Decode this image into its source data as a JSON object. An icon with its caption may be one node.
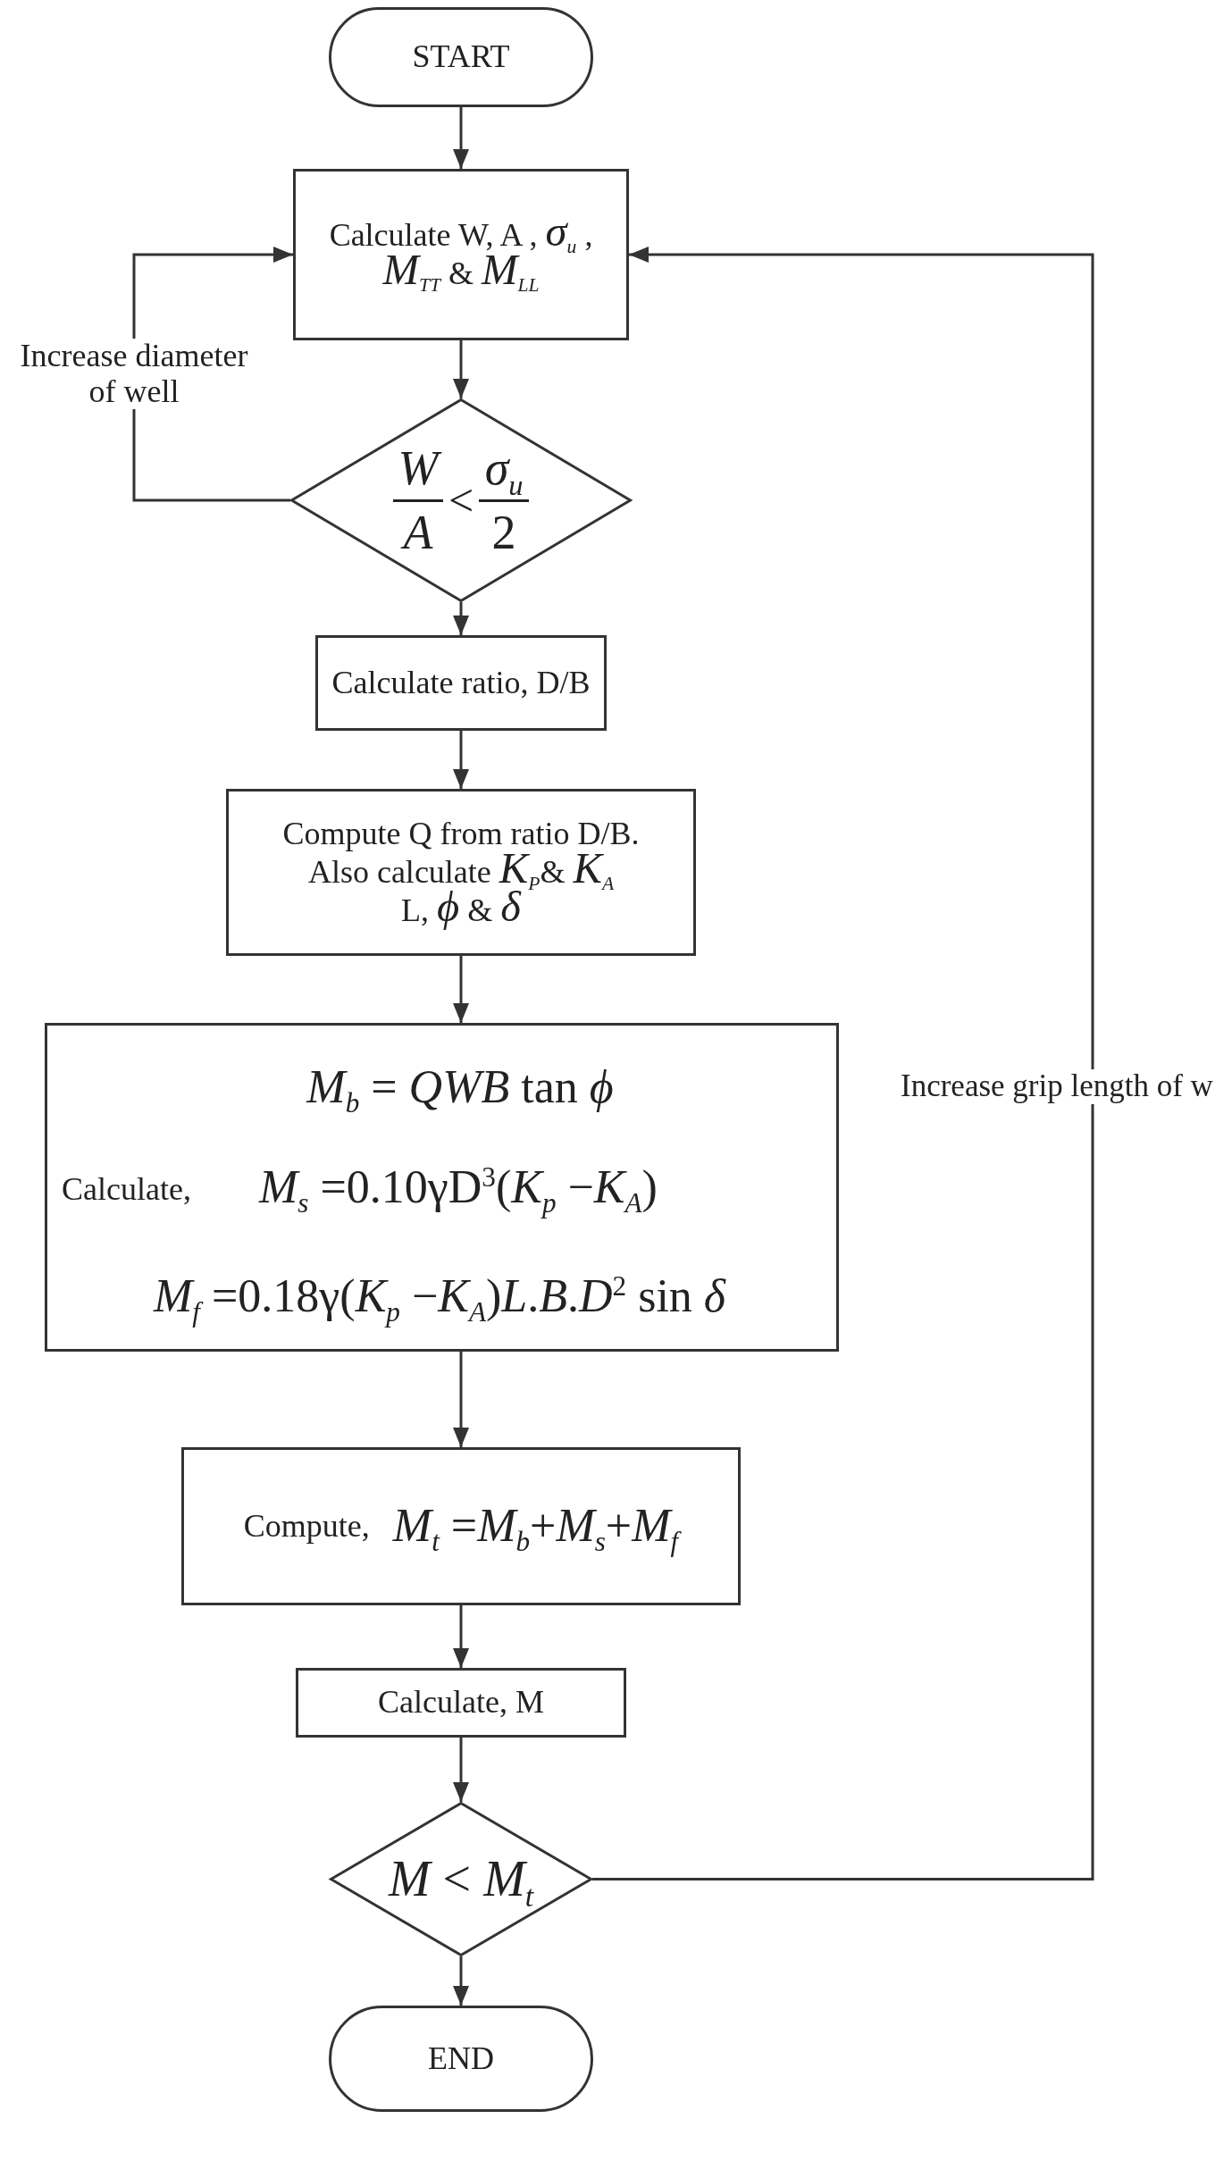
{
  "diagram": {
    "nodes": [
      {
        "text": [
          "START"
        ]
      },
      {
        "text": [
          "Calculate W, A , *σ*$_{u}$ , *M*$_{TT}$ & *M*$_{LL}$"
        ]
      },
      {
        "text": [
          "W",
          "A",
          "<",
          "*σ*$_{u}$",
          "2"
        ]
      },
      {
        "text": [
          "Calculate ratio, D/B"
        ]
      },
      {
        "text": [
          "Compute Q from ratio D/B.",
          "Also calculate *K*$_{P}$& *K*$_{A}$ L, *ϕ* & *δ*"
        ]
      },
      {
        "text": [
          "*M*$_{b}$ = *QWB* tan *ϕ*",
          "Calculate,",
          "*M*$_{s}$ =0.10γD$^{3}$(*K*$_{p}$ −*K*$_{A}$)",
          "*M*$_{f}$ =0.18γ(*K*$_{p}$ −*K*$_{A}$)*L*.*B*.*D*$^{2}$ sin *δ*"
        ]
      },
      {
        "text": [
          "Compute,",
          "*M*$_{t}$ =*M*$_{b}$+*M*$_{s}$+*M*$_{f}$"
        ]
      },
      {
        "text": [
          "Calculate, M"
        ]
      },
      {
        "text": [
          "*M* < *M*$_{t}$"
        ]
      },
      {
        "text": [
          "END"
        ]
      }
    ],
    "edges": [
      {
        "from": 0,
        "to": 1,
        "arrow": "to"
      },
      {
        "from": 1,
        "to": 2,
        "arrow": "to"
      },
      {
        "from": 2,
        "to": 1,
        "arrow": "to",
        "label": "Increase diameter of well"
      },
      {
        "from": 2,
        "to": 3,
        "arrow": "to"
      },
      {
        "from": 3,
        "to": 4,
        "arrow": "to"
      },
      {
        "from": 4,
        "to": 5,
        "arrow": "to"
      },
      {
        "from": 5,
        "to": 6,
        "arrow": "to"
      },
      {
        "from": 6,
        "to": 7,
        "arrow": "to"
      },
      {
        "from": 7,
        "to": 8,
        "arrow": "to"
      },
      {
        "from": 8,
        "to": 9,
        "arrow": "to"
      },
      {
        "from": 8,
        "to": 1,
        "arrow": "to",
        "label": "Increase grip length of w"
      }
    ]
  }
}
